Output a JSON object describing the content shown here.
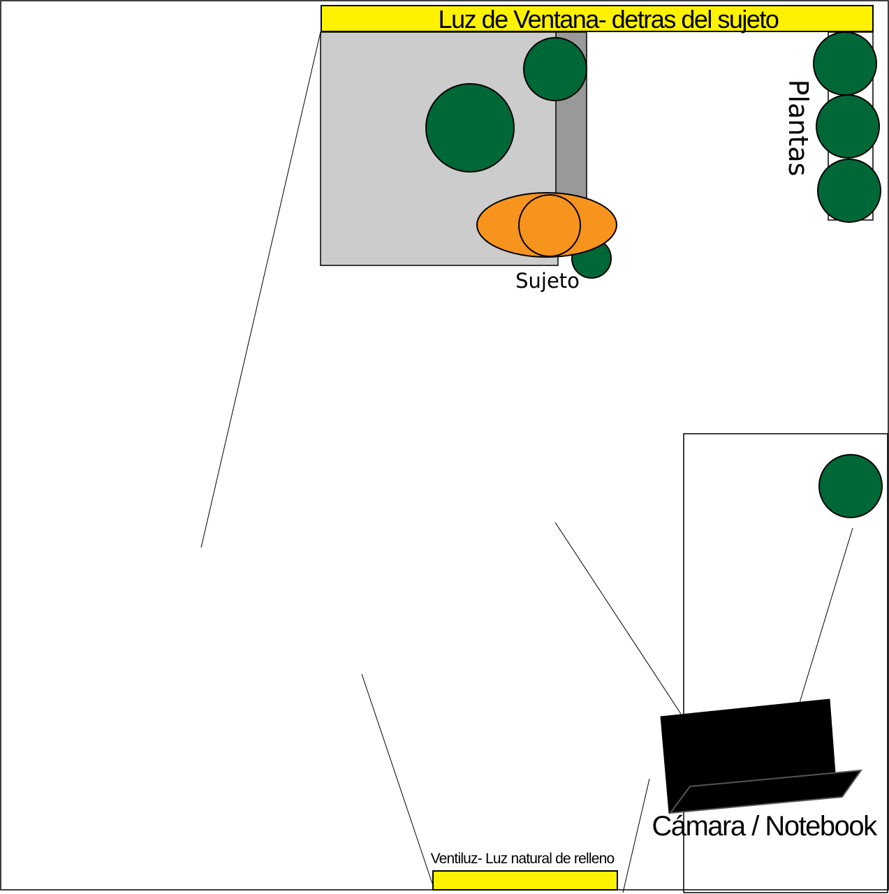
{
  "labels": {
    "window_light": "Luz de Ventana- detras del sujeto",
    "subject": "Sujeto",
    "plants": "Plantas",
    "camera": "Cámara / Notebook",
    "fill_light": "Ventiluz- Luz natural de relleno"
  },
  "colors": {
    "light_source": "#fff200",
    "plant": "#006837",
    "subject": "#f7941d",
    "floor_area": "#cccccc",
    "wall": "#999999",
    "camera": "#000000",
    "outline": "#000000",
    "background": "#ffffff"
  }
}
